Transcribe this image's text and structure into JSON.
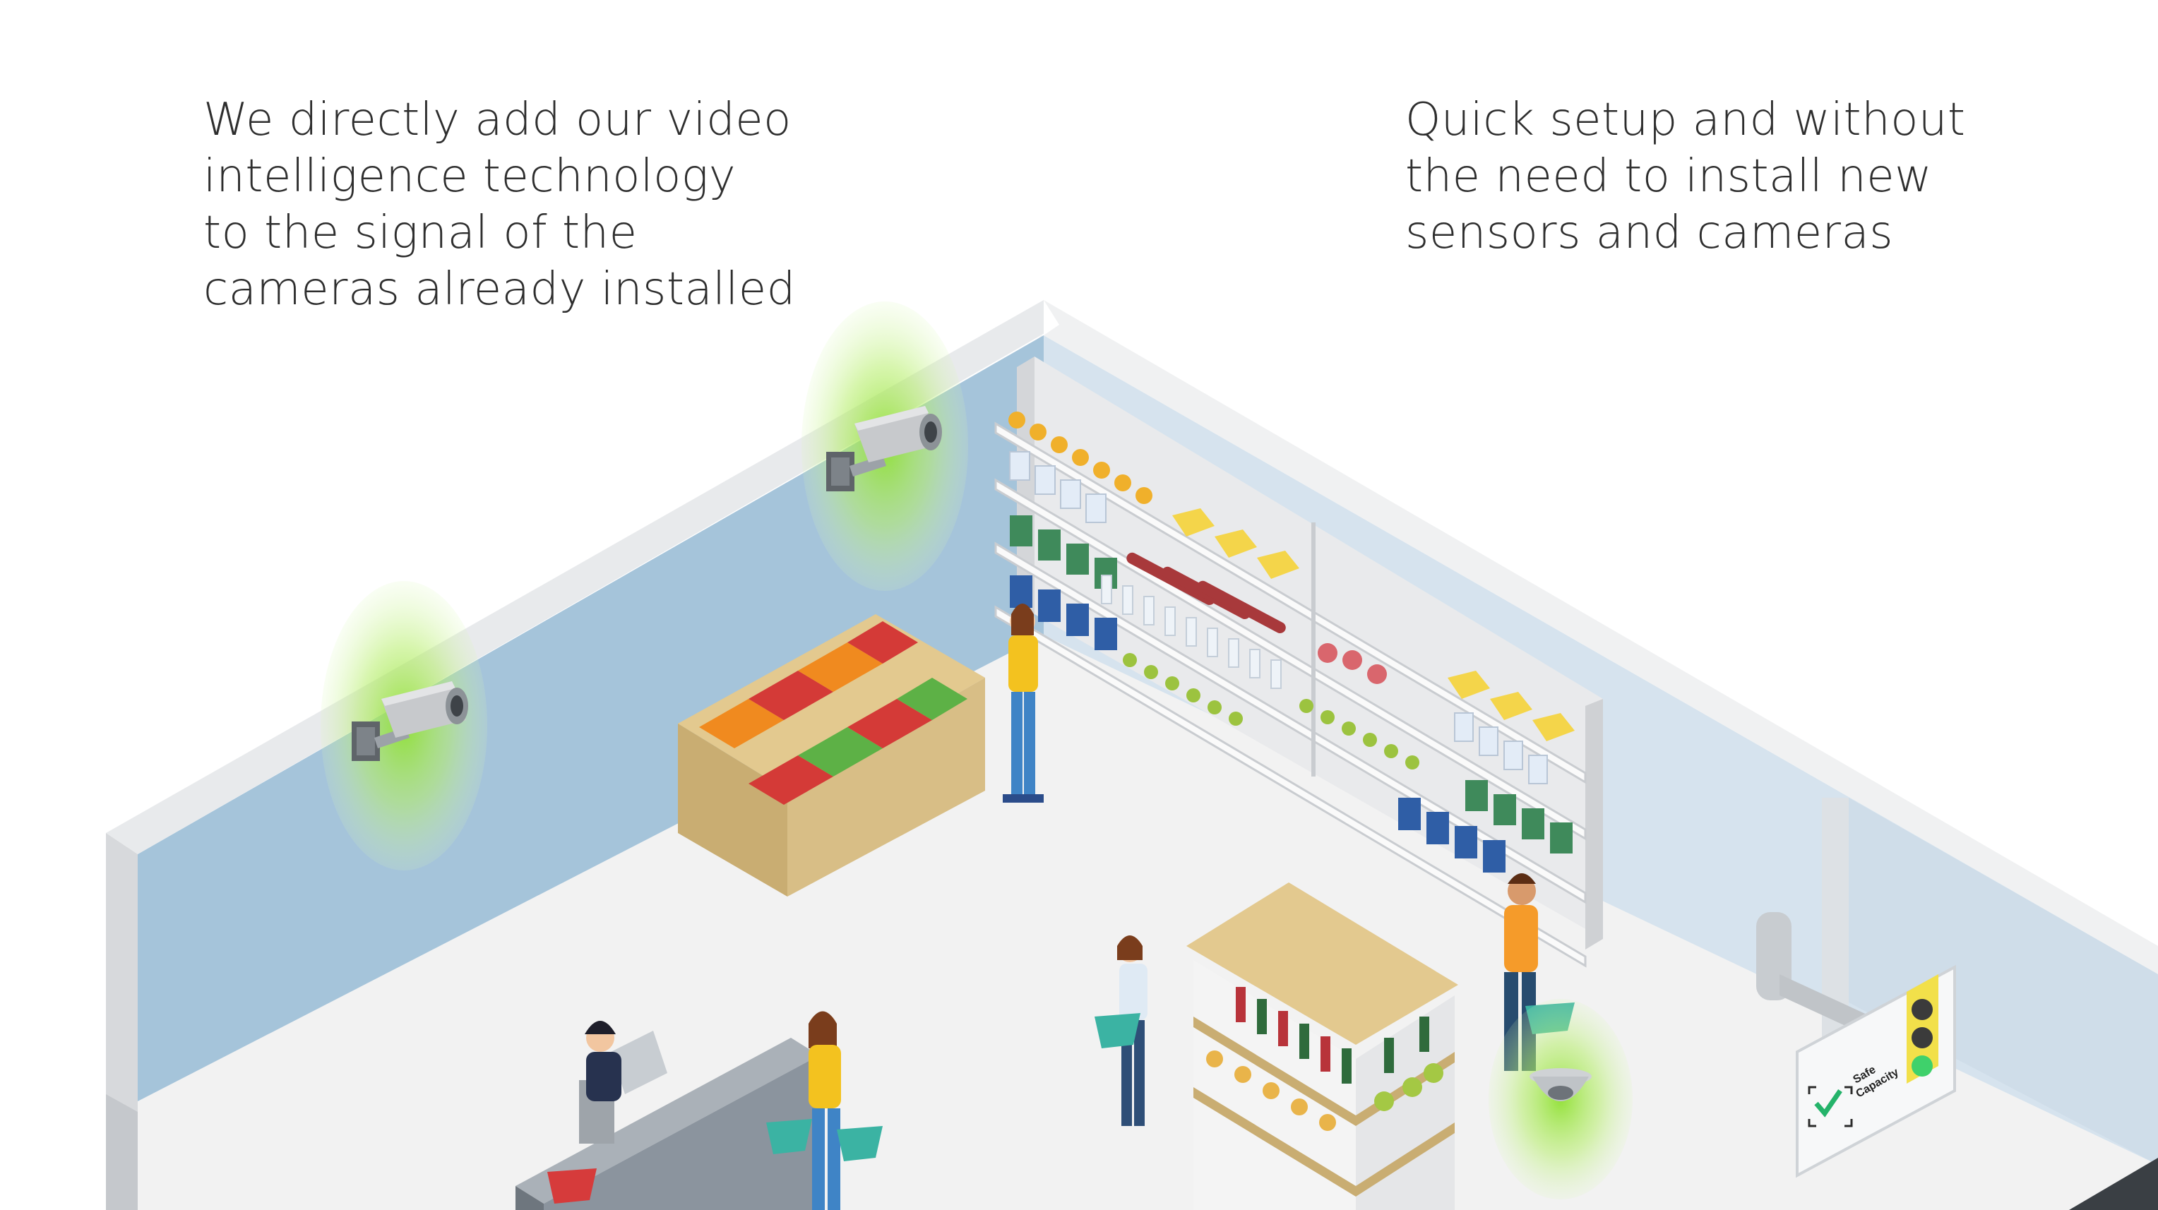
{
  "captions": {
    "left": [
      "We directly add our video",
      "intelligence technology",
      "to the signal of the",
      "cameras already installed"
    ],
    "right": [
      "Quick setup and without",
      "the need to install new",
      "sensors and cameras"
    ]
  },
  "sign": {
    "line1": "Safe",
    "line2": "Capacity"
  },
  "colors": {
    "wall": "#a5c4da",
    "floor": "#f2f2f2",
    "camera_glow": "#9ae34a",
    "crate": "#d8be86",
    "shelf": "#e9eaec",
    "counter": "#8b949e"
  },
  "icons": [
    "cctv-camera-icon",
    "dome-camera-icon",
    "traffic-light-icon",
    "check-icon"
  ]
}
